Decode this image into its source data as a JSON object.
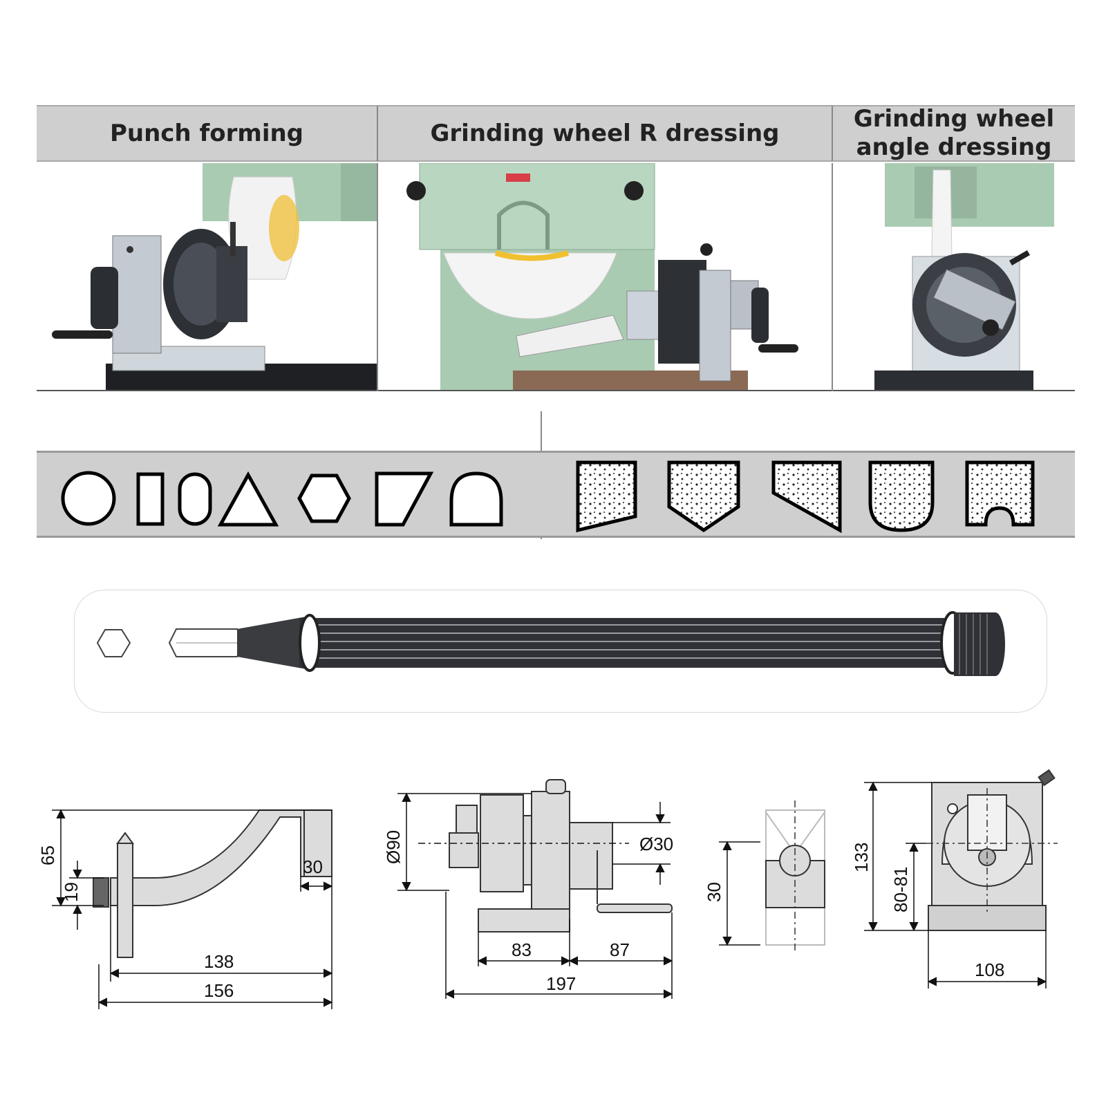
{
  "headers": {
    "punch_forming": "Punch forming",
    "r_dressing": "Grinding wheel R dressing",
    "angle_dressing_line1": "Grinding wheel",
    "angle_dressing_line2": "angle dressing"
  },
  "dimensions": {
    "arm": {
      "h65": "65",
      "h19": "19",
      "w30": "30",
      "w138": "138",
      "w156": "156"
    },
    "fixture": {
      "d90": "Ø90",
      "d30": "Ø30",
      "w83": "83",
      "w87": "87",
      "w197": "197"
    },
    "vblock": {
      "h30": "30"
    },
    "front": {
      "h133": "133",
      "h80_81": "80-81",
      "w108": "108"
    }
  },
  "colors": {
    "header_bg": "#cfcfcf",
    "machine_green": "#a9cbb2",
    "steel": "#b9c0c8",
    "dark_steel": "#2d3035"
  }
}
